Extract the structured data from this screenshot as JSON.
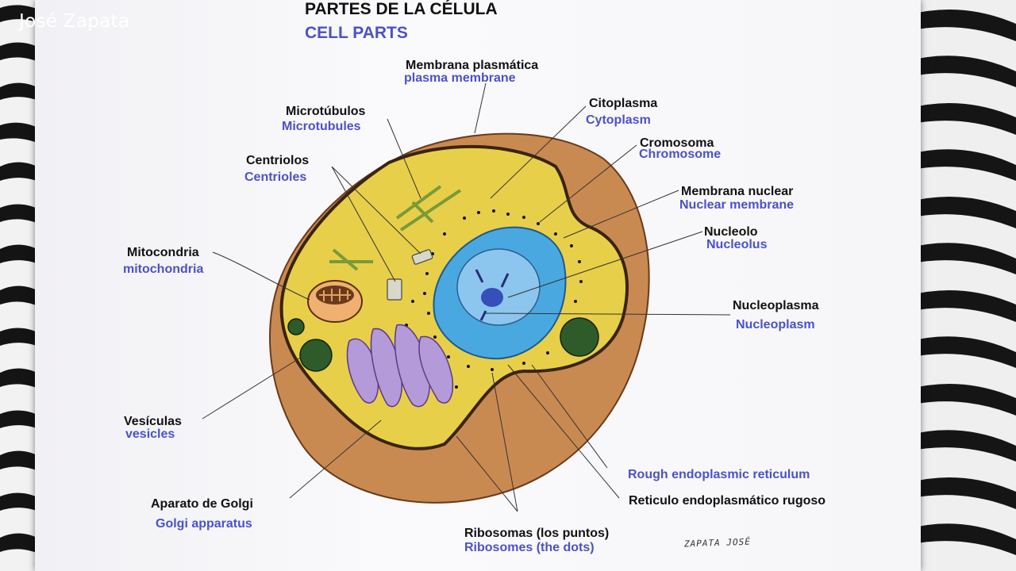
{
  "watermark": "José Zapata",
  "title": {
    "es": "PARTES DE LA CÉLULA",
    "en": "CELL PARTS"
  },
  "labels": {
    "plasma_membrane": {
      "es": "Membrana plasmática",
      "en": "plasma membrane"
    },
    "microtubules": {
      "es": "Microtúbulos",
      "en": "Microtubules"
    },
    "cytoplasm": {
      "es": "Citoplasma",
      "en": "Cytoplasm"
    },
    "chromosome": {
      "es": "Cromosoma",
      "en": "Chromosome"
    },
    "centrioles": {
      "es": "Centriolos",
      "en": "Centrioles"
    },
    "nuclear_membrane": {
      "es": "Membrana nuclear",
      "en": "Nuclear membrane"
    },
    "nucleolus": {
      "es": "Nucleolo",
      "en": "Nucleolus"
    },
    "mitochondria": {
      "es": "Mitocondria",
      "en": "mitochondria"
    },
    "nucleoplasm": {
      "es": "Nucleoplasma",
      "en": "Nucleoplasm"
    },
    "vesicles": {
      "es": "Vesículas",
      "en": "vesicles"
    },
    "rough_er": {
      "es": "Reticulo endoplasmático rugoso",
      "en": "Rough endoplasmic reticulum"
    },
    "golgi": {
      "es": "Aparato de Golgi",
      "en": "Golgi apparatus"
    },
    "ribosomes": {
      "es": "Ribosomas (los puntos)",
      "en": "Ribosomes (the dots)"
    }
  },
  "signature": "ZAPATA JOSÉ",
  "colors": {
    "label_es": "#111111",
    "label_en": "#4a52c8",
    "cell_wall": "#c98a52",
    "cytoplasm": "#e8cf4a",
    "nucleus": "#4aa8e0",
    "golgi": "#b49ad8",
    "vesicle": "#2f5a2a"
  }
}
